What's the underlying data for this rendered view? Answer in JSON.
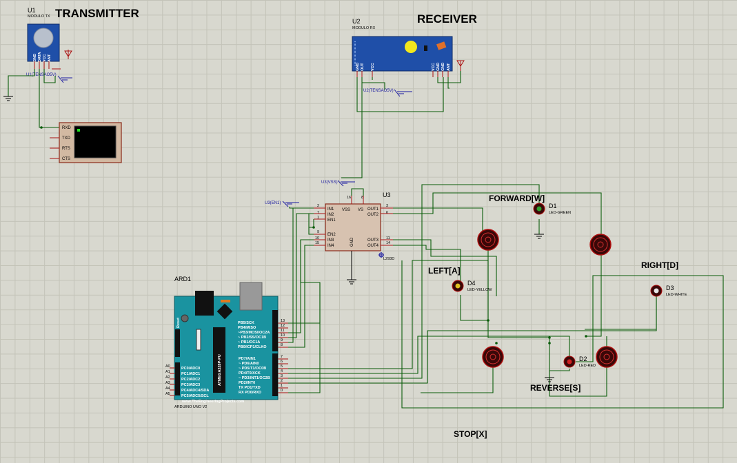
{
  "titles": {
    "transmitter": "TRANSMITTER",
    "receiver": "RECEIVER"
  },
  "u1": {
    "ref": "U1",
    "part": "MODULO TX",
    "pins": [
      "GND",
      "DATA",
      "VCC",
      "ANT"
    ],
    "probe": "U1(TENSAO5V)"
  },
  "terminal": {
    "pins": [
      "RXD",
      "TXD",
      "RTS",
      "CTS"
    ]
  },
  "u2": {
    "ref": "U2",
    "part": "MODULO RX",
    "pins_left": [
      "GND",
      "OUT",
      "VCC"
    ],
    "pins_right": [
      "VCC",
      "GND",
      "GND",
      "ANT"
    ],
    "probe": "U2(TENSAO5V)"
  },
  "u3": {
    "ref": "U3",
    "part": "L293D",
    "probe_vss": "U3(VSS)",
    "probe_en1": "U3(EN1)",
    "left_pins": [
      {
        "num": "2",
        "name": "IN1"
      },
      {
        "num": "7",
        "name": "IN2"
      },
      {
        "num": "1",
        "name": "EN1"
      },
      {
        "num": "9",
        "name": "EN2"
      },
      {
        "num": "10",
        "name": "IN3"
      },
      {
        "num": "15",
        "name": "IN4"
      }
    ],
    "right_pins": [
      {
        "num": "3",
        "name": "OUT1"
      },
      {
        "num": "6",
        "name": "OUT2"
      },
      {
        "num": "11",
        "name": "OUT3"
      },
      {
        "num": "14",
        "name": "OUT4"
      }
    ],
    "top_pins": [
      {
        "num": "16",
        "name": "VSS"
      },
      {
        "num": "8",
        "name": "VS"
      }
    ],
    "bottom_pin": {
      "name": "GND"
    }
  },
  "ard1": {
    "ref": "ARD1",
    "part": "ARDUINO UNO V2",
    "footer": "www.TheEngineeringProjects.com",
    "chip": "ATMEGA328P-PU",
    "reset": "Reset",
    "analog_pins": [
      {
        "num": "A0",
        "name": "PC0/ADC0"
      },
      {
        "num": "A1",
        "name": "PC1/ADC1"
      },
      {
        "num": "A2",
        "name": "PC2/ADC2"
      },
      {
        "num": "A3",
        "name": "PC3/ADC3"
      },
      {
        "num": "A4",
        "name": "PC4/ADC4/SDA"
      },
      {
        "num": "A5",
        "name": "PC5/ADC5/SCL"
      }
    ],
    "digital_high": [
      {
        "num": "13",
        "name": "PB5/SCK"
      },
      {
        "num": "12",
        "name": "PB4/MISO"
      },
      {
        "num": "11",
        "name": "~PB3/MOSI/OC2A"
      },
      {
        "num": "10",
        "name": "~ PB2/SS/OC1B"
      },
      {
        "num": "9",
        "name": "~ PB1/OC1A"
      },
      {
        "num": "8",
        "name": "PB0/ICP1/CLKO"
      }
    ],
    "digital_low": [
      {
        "num": "7",
        "name": "PD7/AIN1"
      },
      {
        "num": "6",
        "name": "~ PD6/AIN0"
      },
      {
        "num": "5",
        "name": "~ PD5/T1/OC0B"
      },
      {
        "num": "4",
        "name": "PD4/T0/XCK"
      },
      {
        "num": "3",
        "name": "~ PD3/INT1/OC2B"
      },
      {
        "num": "2",
        "name": "PD2/INT0"
      },
      {
        "num": "1",
        "name": "TX PD1/TXD"
      },
      {
        "num": "0",
        "name": "RX PD0/RXD"
      }
    ]
  },
  "leds": [
    {
      "ref": "D1",
      "part": "LED-GREEN",
      "color": "#2fa02f"
    },
    {
      "ref": "D2",
      "part": "LED-RED",
      "color": "#d02020"
    },
    {
      "ref": "D3",
      "part": "LED-WHITE",
      "color": "#e8e8e8"
    },
    {
      "ref": "D4",
      "part": "LED-YELLOW",
      "color": "#e0c020"
    }
  ],
  "labels": {
    "forward": "FORWARD[W]",
    "left": "LEFT[A]",
    "right": "RIGHT[D]",
    "reverse": "REVERSE[S]",
    "stop": "STOP[X]"
  },
  "colors": {
    "wire": "#0a5c0a",
    "component_outline": "#aa1010",
    "arduino_board": "#1a93a0",
    "rf_module": "#1f4fa8"
  }
}
